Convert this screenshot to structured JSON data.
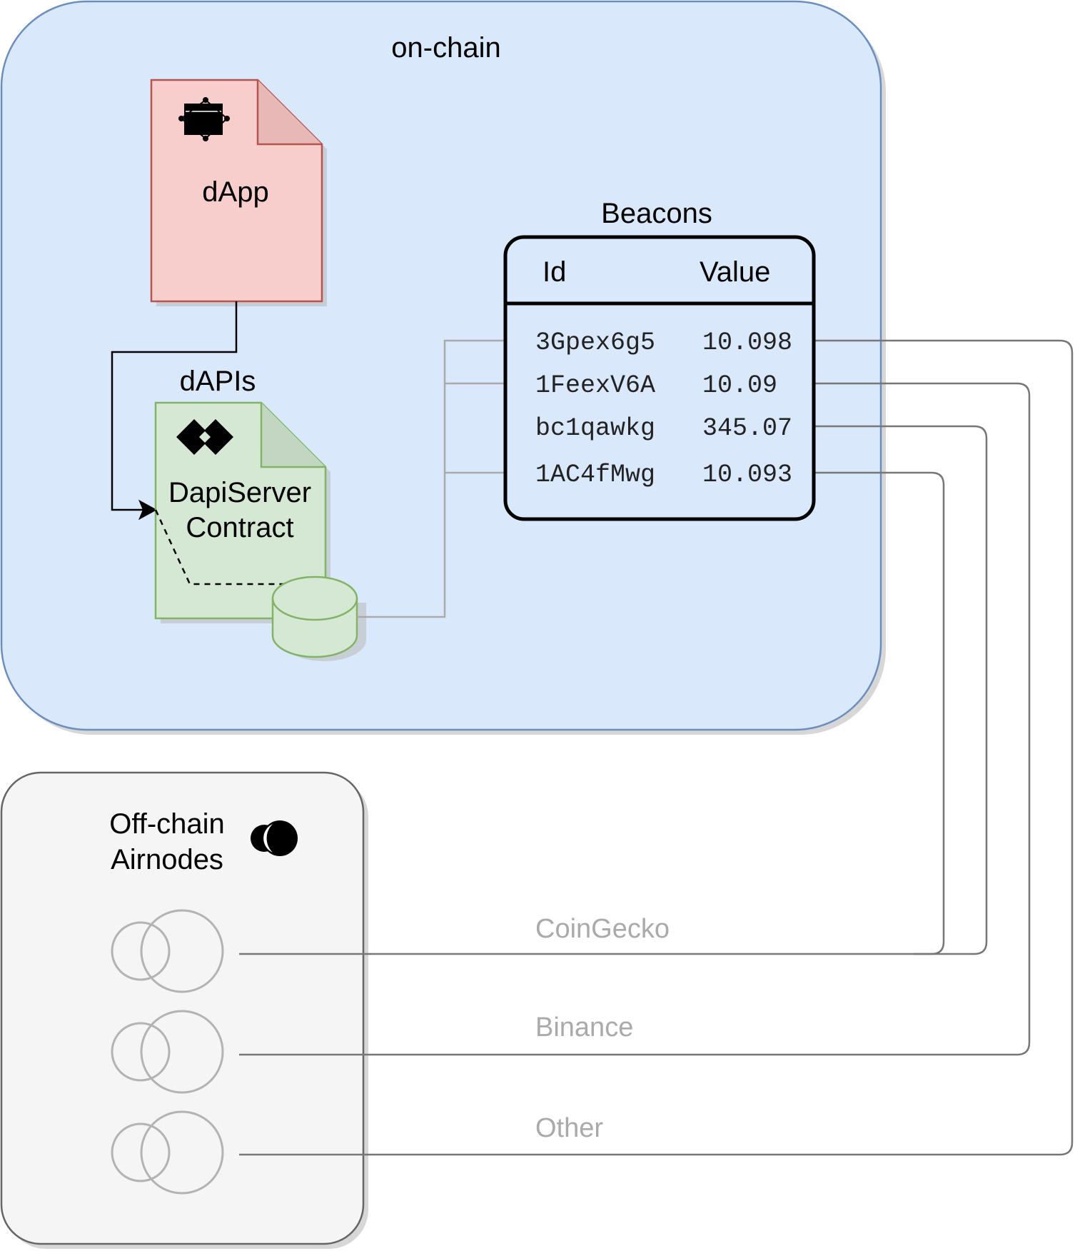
{
  "on_chain": {
    "label": "on-chain"
  },
  "dapp": {
    "label": "dApp"
  },
  "dapis": {
    "label": "dAPIs",
    "contract_line1": "DapiServer",
    "contract_line2": "Contract"
  },
  "beacons": {
    "title": "Beacons",
    "header_id": "Id",
    "header_value": "Value",
    "rows": [
      {
        "id": "3Gpex6g5",
        "value": "10.098"
      },
      {
        "id": "1FeexV6A",
        "value": "10.09"
      },
      {
        "id": "bc1qawkg",
        "value": "345.07"
      },
      {
        "id": "1AC4fMwg",
        "value": "10.093"
      }
    ]
  },
  "off_chain": {
    "line1": "Off-chain",
    "line2": "Airnodes"
  },
  "sources": [
    "CoinGecko",
    "Binance",
    "Other"
  ],
  "colors": {
    "on_chain_fill": "#dae8fc",
    "on_chain_stroke": "#6c8ebf",
    "dapp_fill": "#f8cecc",
    "dapp_stroke": "#b85450",
    "contract_fill": "#d5e8d4",
    "contract_stroke": "#82b366",
    "off_chain_fill": "#f5f5f5",
    "off_chain_stroke": "#666666"
  }
}
